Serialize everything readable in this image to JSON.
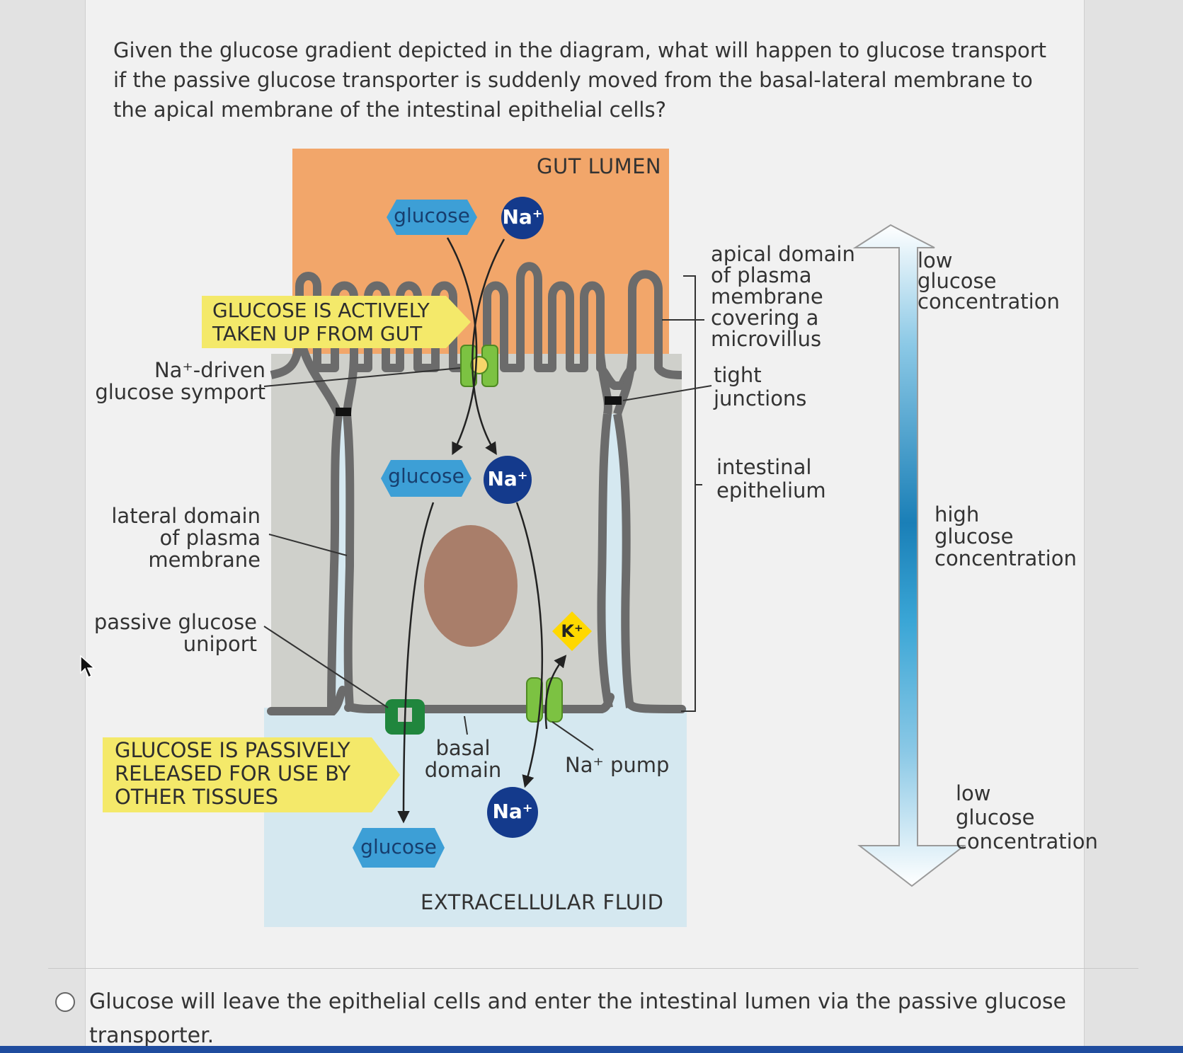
{
  "question": {
    "text": "Given the glucose gradient depicted in the diagram, what will happen to glucose transport if the passive glucose transporter is suddenly moved from the basal-lateral membrane to the apical membrane of the intestinal epithelial cells?"
  },
  "diagram": {
    "gut_lumen": "GUT LUMEN",
    "extracellular_fluid": "EXTRACELLULAR FLUID",
    "molecules": {
      "glucose_top": "glucose",
      "na_top": "Na⁺",
      "glucose_mid": "glucose",
      "na_mid": "Na⁺",
      "k": "K⁺",
      "na_bottom": "Na⁺",
      "glucose_bottom": "glucose"
    },
    "callouts": {
      "active_line1": "GLUCOSE IS ACTIVELY",
      "active_line2": "TAKEN UP FROM GUT",
      "passive_line1": "GLUCOSE IS PASSIVELY",
      "passive_line2": "RELEASED FOR USE BY",
      "passive_line3": "OTHER TISSUES"
    },
    "labels": {
      "symport_line1": "Na⁺-driven",
      "symport_line2": "glucose symport",
      "lateral_line1": "lateral domain",
      "lateral_line2": "of plasma",
      "lateral_line3": "membrane",
      "uniport_line1": "passive glucose",
      "uniport_line2": "uniport",
      "basal_line1": "basal",
      "basal_line2": "domain",
      "na_pump": "Na⁺ pump",
      "apical_line1": "apical domain",
      "apical_line2": "of plasma",
      "apical_line3": "membrane",
      "apical_line4": "covering a",
      "apical_line5": "microvillus",
      "tight_line1": "tight",
      "tight_line2": "junctions",
      "epi_line1": "intestinal",
      "epi_line2": "epithelium"
    },
    "gradient": {
      "top_line1": "low",
      "top_line2": "glucose",
      "top_line3": "concentration",
      "mid_line1": "high",
      "mid_line2": "glucose",
      "mid_line3": "concentration",
      "bot_line1": "low",
      "bot_line2": "glucose",
      "bot_line3": "concentration"
    }
  },
  "options": [
    {
      "label": "Glucose will leave the epithelial cells and enter the intestinal lumen via the passive glucose transporter."
    }
  ],
  "colors": {
    "lumen": "#f2a66a",
    "cell": "#cfd0cb",
    "fluid": "#d5e8f0",
    "membrane": "#6b6b6b",
    "callout": "#f4e96a",
    "glucose": "#3d9fd6",
    "sodium": "#143a8c",
    "potassium": "#ffd800",
    "transporter": "#7cc242",
    "nucleus": "#a97e6a",
    "gradient_dark": "#1a7fb7",
    "gradient_light": "#ffffff"
  }
}
